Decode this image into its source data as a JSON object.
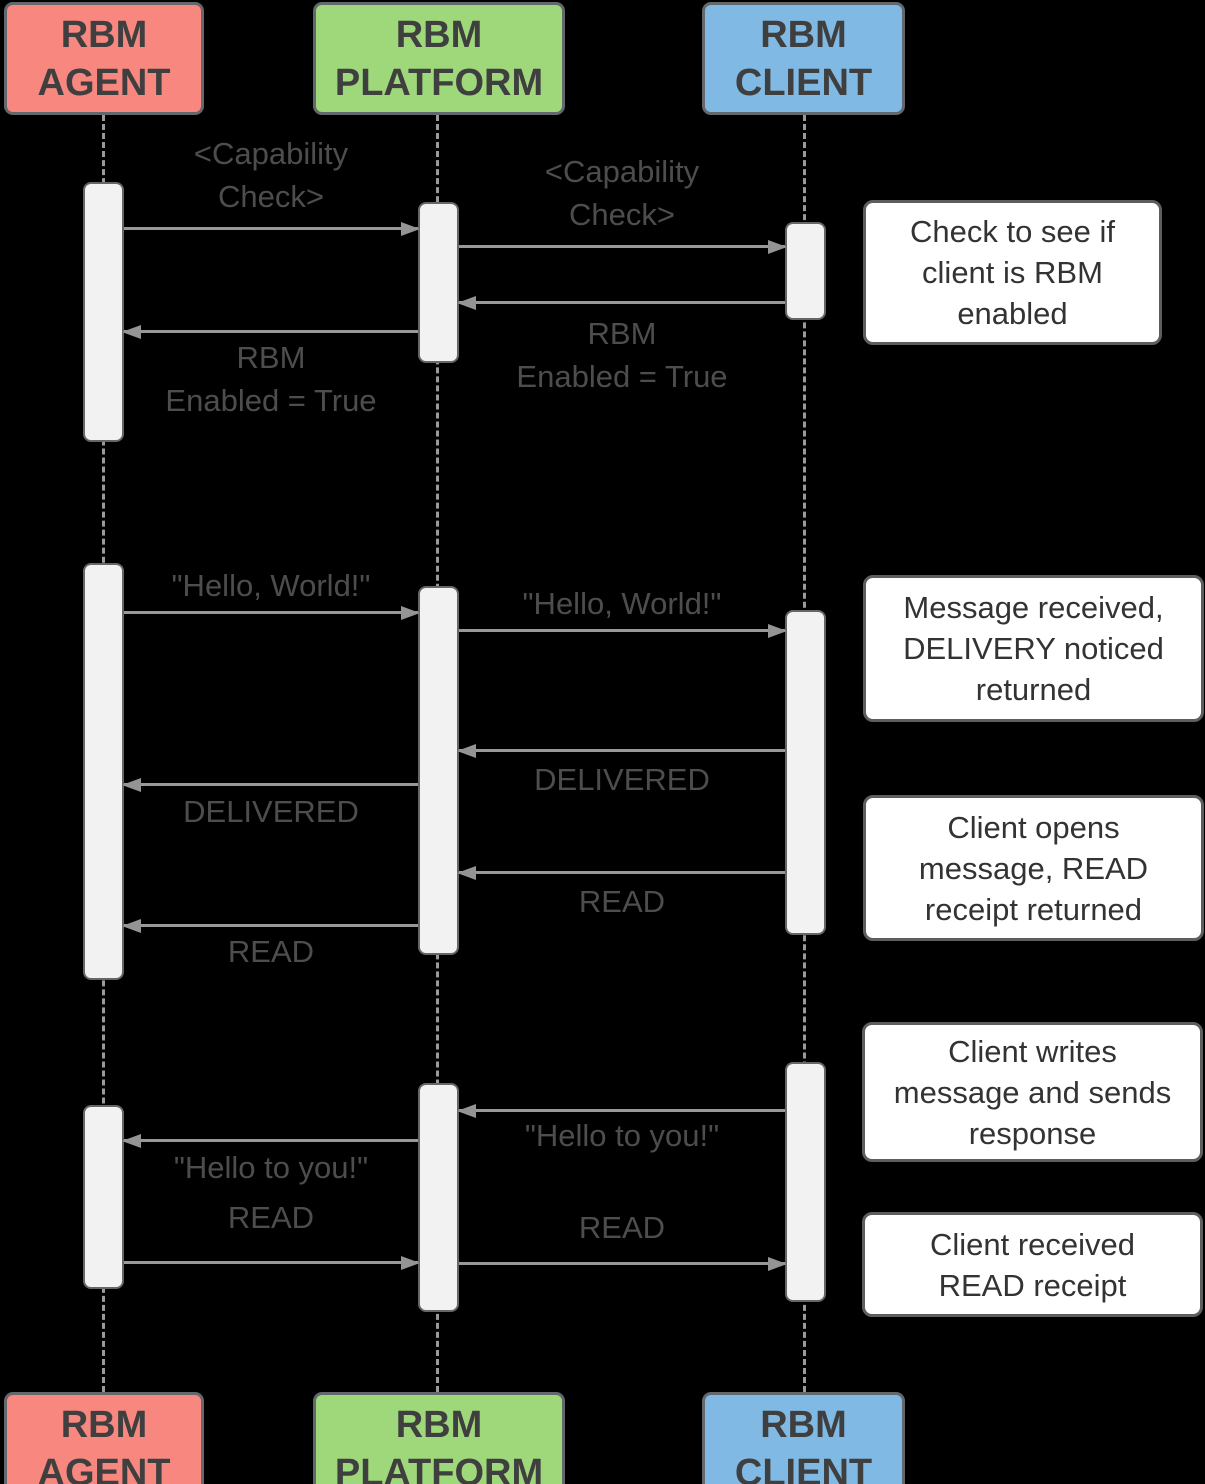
{
  "diagram": {
    "title": "RBM messaging sequence diagram",
    "actors": [
      {
        "id": "agent",
        "name": "RBM AGENT",
        "label": "RBM\nAGENT",
        "fill": "#f8877f"
      },
      {
        "id": "platform",
        "name": "RBM PLATFORM",
        "label": "RBM\nPLATFORM",
        "fill": "#9fd87a"
      },
      {
        "id": "client",
        "name": "RBM CLIENT",
        "label": "RBM\nCLIENT",
        "fill": "#7fb9e4"
      }
    ],
    "messages": [
      {
        "from": "agent",
        "to": "platform",
        "label": "<Capability\nCheck>"
      },
      {
        "from": "platform",
        "to": "client",
        "label": "<Capability\nCheck>"
      },
      {
        "from": "client",
        "to": "platform",
        "label": "RBM\nEnabled = True"
      },
      {
        "from": "platform",
        "to": "agent",
        "label": "RBM\nEnabled = True"
      },
      {
        "from": "agent",
        "to": "platform",
        "label": "\"Hello, World!\""
      },
      {
        "from": "platform",
        "to": "client",
        "label": "\"Hello, World!\""
      },
      {
        "from": "client",
        "to": "platform",
        "label": "DELIVERED"
      },
      {
        "from": "platform",
        "to": "agent",
        "label": "DELIVERED"
      },
      {
        "from": "client",
        "to": "platform",
        "label": "READ"
      },
      {
        "from": "platform",
        "to": "agent",
        "label": "READ"
      },
      {
        "from": "client",
        "to": "platform",
        "label": "\"Hello to you!\""
      },
      {
        "from": "platform",
        "to": "agent",
        "label": "\"Hello to you!\""
      },
      {
        "from": "agent",
        "to": "platform",
        "label": "READ"
      },
      {
        "from": "platform",
        "to": "client",
        "label": "READ"
      }
    ],
    "notes": [
      {
        "text": "Check to see if\nclient is RBM\nenabled"
      },
      {
        "text": "Message received,\nDELIVERY noticed\nreturned"
      },
      {
        "text": "Client opens\nmessage, READ\nreceipt returned"
      },
      {
        "text": "Client writes\nmessage and sends\nresponse"
      },
      {
        "text": "Client received\nREAD receipt"
      }
    ],
    "colors": {
      "background": "#000000",
      "agent_fill": "#f8877f",
      "platform_fill": "#9fd87a",
      "client_fill": "#7fb9e4",
      "note_fill": "#ffffff",
      "activation_fill": "#f2f2f2",
      "line_gray": "#999999",
      "label_text": "#4d4d4d",
      "box_text": "#3f3f3f",
      "border_gray": "#63686d"
    }
  }
}
